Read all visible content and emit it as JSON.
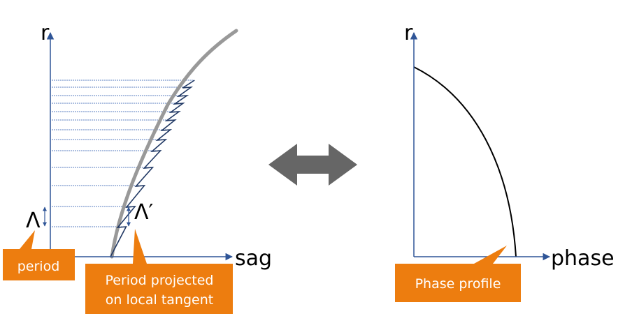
{
  "left_panel": {
    "axis_y_label": "r",
    "axis_x_label": "sag",
    "period_symbol": "Λ",
    "projected_period_symbol": "Λ′",
    "callout_period": "period",
    "callout_projected": [
      "Period projected",
      "on local tangent"
    ]
  },
  "right_panel": {
    "axis_y_label": "r",
    "axis_x_label": "phase",
    "callout_profile": "Phase profile"
  },
  "colors": {
    "axis": "#2f5597",
    "grid_lines": "#5b7fc0",
    "smooth_curve": "#999999",
    "sawtooth": "#203864",
    "callout_fill": "#ed7d0f",
    "callout_text": "#ffffff",
    "double_arrow": "#666666",
    "phase_curve": "#000000"
  }
}
